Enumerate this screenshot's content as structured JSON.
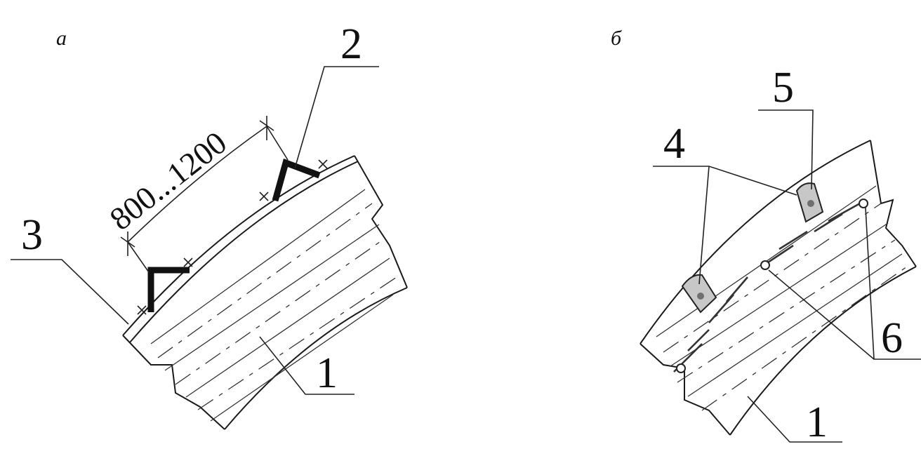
{
  "panel_a": {
    "caption": "а",
    "dimension": "800...1200",
    "callouts": {
      "beam": "1",
      "bracket": "2",
      "board": "3"
    }
  },
  "panel_b": {
    "caption": "б",
    "callouts": {
      "beam": "1",
      "pads": "4",
      "plate": "5",
      "holes": "6"
    }
  }
}
